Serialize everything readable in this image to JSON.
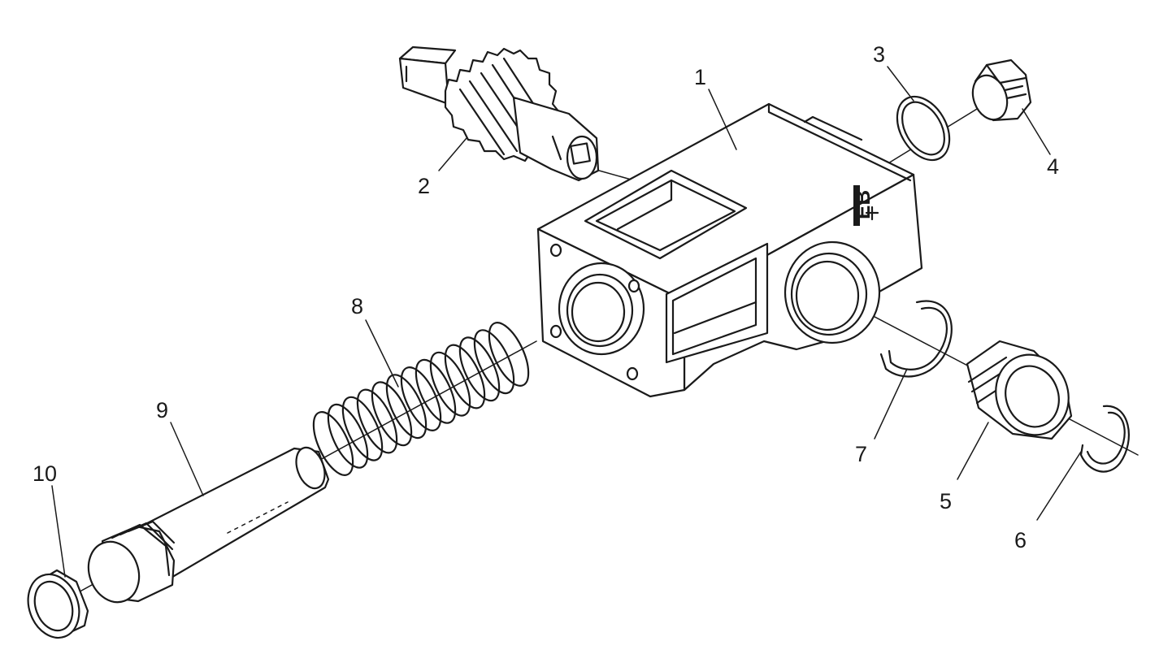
{
  "parts": [
    {
      "id": "part-1",
      "number": "1"
    },
    {
      "id": "part-2",
      "number": "2"
    },
    {
      "id": "part-3",
      "number": "3"
    },
    {
      "id": "part-4",
      "number": "4"
    },
    {
      "id": "part-5",
      "number": "5"
    },
    {
      "id": "part-6",
      "number": "6"
    },
    {
      "id": "part-7",
      "number": "7"
    },
    {
      "id": "part-8",
      "number": "8"
    },
    {
      "id": "part-9",
      "number": "9"
    },
    {
      "id": "part-10",
      "number": "10"
    }
  ],
  "housing_stamp": "EB",
  "colors": {
    "line": "#1a1a1a",
    "background": "#ffffff"
  }
}
